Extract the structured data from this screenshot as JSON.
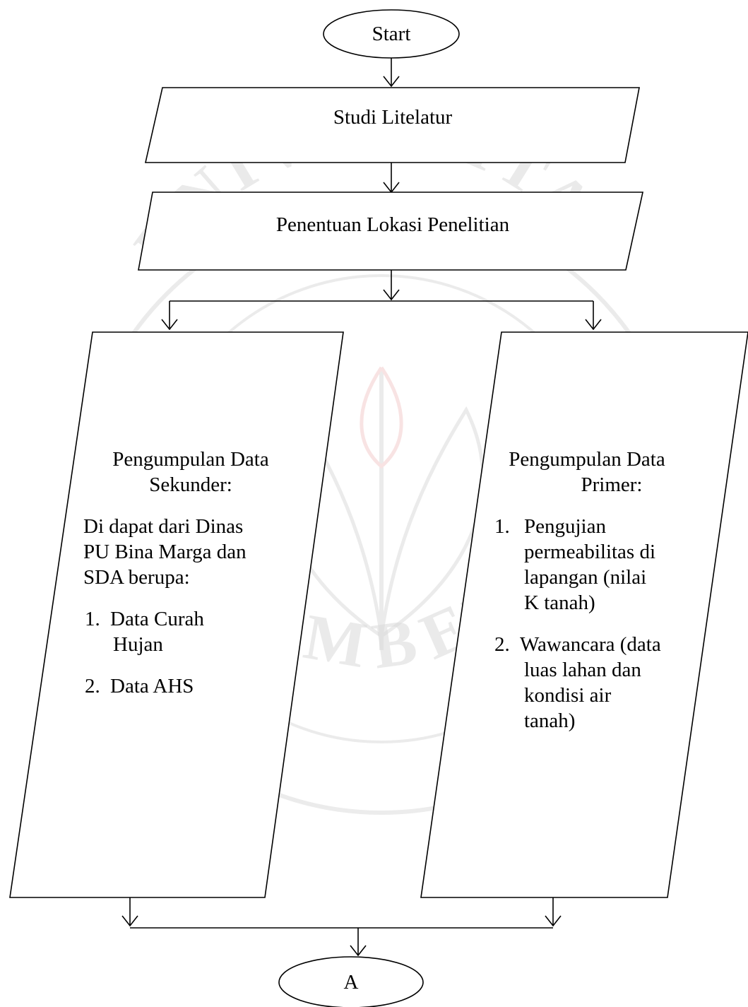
{
  "watermark": {
    "arc_text": "UNIVERSITAS",
    "bottom_text": "JEMBER",
    "color": "#d9d9d9"
  },
  "nodes": {
    "start": {
      "label": "Start"
    },
    "studi": {
      "label": "Studi Litelatur"
    },
    "lokasi": {
      "label": "Penentuan Lokasi Penelitian"
    },
    "sekunder": {
      "title_lines": [
        "Pengumpulan Data",
        "Sekunder:"
      ],
      "intro_lines": [
        "Di dapat dari Dinas",
        "PU Bina Marga dan",
        "SDA berupa:"
      ],
      "items": [
        {
          "num": "1.",
          "lines": [
            "Data Curah",
            "Hujan"
          ]
        },
        {
          "num": "2.",
          "lines": [
            "Data AHS"
          ]
        }
      ]
    },
    "primer": {
      "title_lines": [
        "Pengumpulan Data",
        "Primer:"
      ],
      "items": [
        {
          "num": "1.",
          "lines": [
            "Pengujian",
            "permeabilitas di",
            "lapangan (nilai",
            "K tanah)"
          ]
        },
        {
          "num": "2.",
          "lines": [
            "Wawancara (data",
            "luas lahan dan",
            "kondisi air",
            "tanah)"
          ]
        }
      ]
    },
    "end": {
      "label": "A"
    }
  }
}
